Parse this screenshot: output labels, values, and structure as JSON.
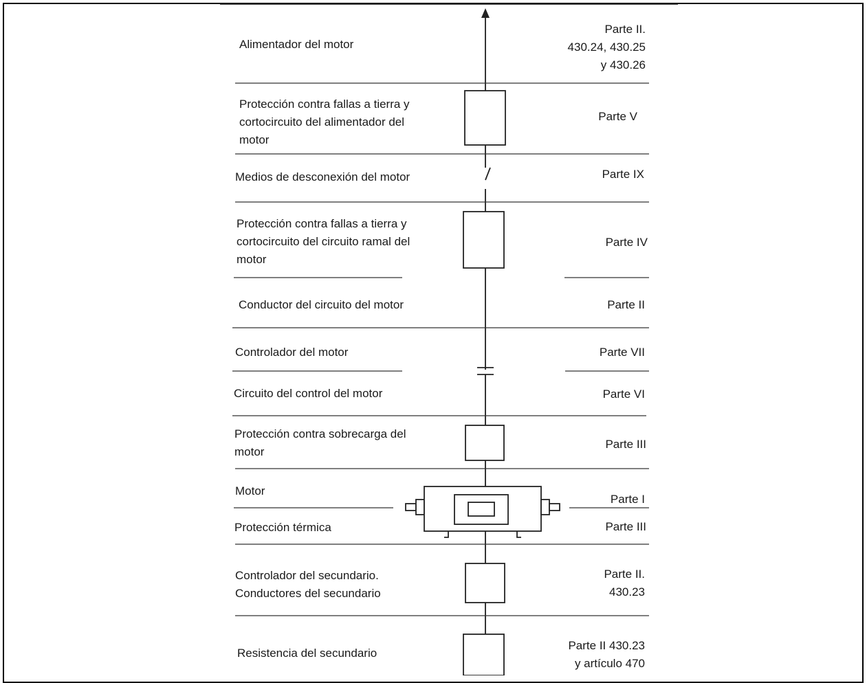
{
  "rows": [
    {
      "left": [
        "Alimentador del motor"
      ],
      "right": [
        "Parte II.",
        "430.24, 430.25",
        "y 430.26"
      ]
    },
    {
      "left": [
        "Protección contra fallas a tierra y",
        "cortocircuito del alimentador del",
        "motor"
      ],
      "right": [
        "Parte V"
      ]
    },
    {
      "left": [
        "Medios de desconexión del motor"
      ],
      "right": [
        "Parte IX"
      ]
    },
    {
      "left": [
        "Protección contra fallas a tierra y",
        "cortocircuito del circuito ramal del",
        "motor"
      ],
      "right": [
        "Parte IV"
      ]
    },
    {
      "left": [
        "Conductor del circuito del motor"
      ],
      "right": [
        "Parte II"
      ]
    },
    {
      "left": [
        "Controlador del motor"
      ],
      "right": [
        "Parte VII"
      ]
    },
    {
      "left": [
        "Circuito del control del motor"
      ],
      "right": [
        "Parte VI"
      ]
    },
    {
      "left": [
        "Protección contra sobrecarga del",
        "motor"
      ],
      "right": [
        "Parte III"
      ]
    },
    {
      "left": [
        "Motor"
      ],
      "right": [
        "Parte I"
      ]
    },
    {
      "left": [
        "Protección térmica"
      ],
      "right": [
        "Parte III"
      ]
    },
    {
      "left": [
        "Controlador del secundario.",
        "Conductores del secundario"
      ],
      "right": [
        "Parte II.",
        "430.23"
      ]
    },
    {
      "left": [
        "Resistencia del secundario"
      ],
      "right": [
        "Parte II 430.23",
        "y artículo 470"
      ]
    }
  ],
  "colors": {
    "line": "#555555",
    "symbol": "#222222",
    "text": "#1a1a1a"
  }
}
